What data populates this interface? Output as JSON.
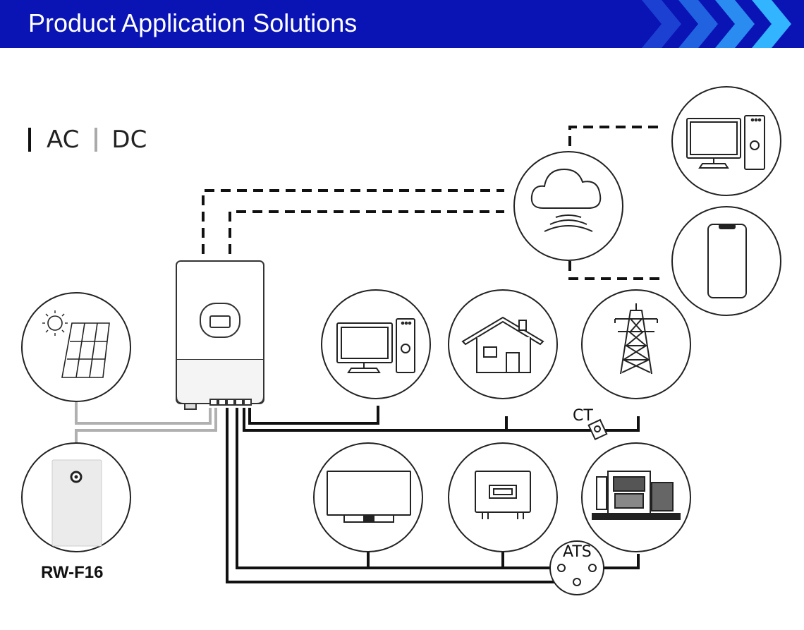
{
  "header": {
    "title": "Product Application Solutions",
    "background_color": "#0a14b4",
    "chevron_colors": [
      "#1a3ad0",
      "#1f66e0",
      "#2a90f0",
      "#35b8ff"
    ]
  },
  "legend": {
    "ac_label": "AC",
    "dc_label": "DC"
  },
  "labels": {
    "battery_model": "RW-F16",
    "ct": "CT",
    "ats": "ATS"
  },
  "nodes": [
    {
      "name": "solar-panel-node",
      "icon": "solar-panel-icon"
    },
    {
      "name": "battery-node",
      "icon": "battery-icon"
    },
    {
      "name": "inverter",
      "icon": "inverter-icon"
    },
    {
      "name": "cloud-node",
      "icon": "cloud-wifi-icon"
    },
    {
      "name": "desktop-computer-node",
      "icon": "desktop-computer-icon"
    },
    {
      "name": "smartphone-node",
      "icon": "smartphone-icon"
    },
    {
      "name": "pc-load-node",
      "icon": "desktop-computer-icon"
    },
    {
      "name": "house-node",
      "icon": "house-icon"
    },
    {
      "name": "grid-tower-node",
      "icon": "power-tower-icon"
    },
    {
      "name": "tv-node",
      "icon": "tv-icon"
    },
    {
      "name": "appliance-node",
      "icon": "appliance-icon"
    },
    {
      "name": "generator-node",
      "icon": "generator-icon"
    }
  ]
}
